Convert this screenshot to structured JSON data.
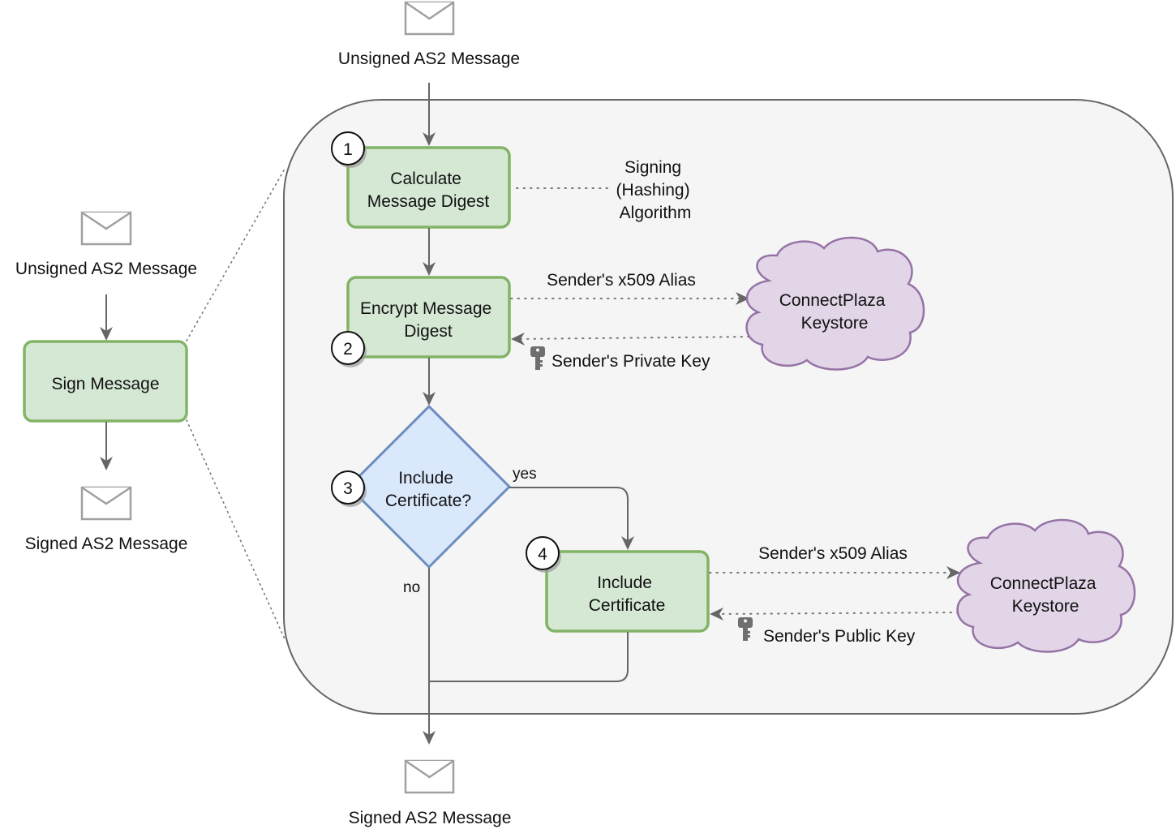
{
  "overview": {
    "input_message": "Unsigned AS2 Message",
    "process": "Sign Message",
    "output_message": "Signed AS2 Message"
  },
  "detail": {
    "input_message": "Unsigned AS2 Message",
    "output_message": "Signed AS2 Message",
    "steps": [
      {
        "number": "1",
        "label_lines": [
          "Calculate",
          "Message Digest"
        ],
        "kind": "process"
      },
      {
        "number": "2",
        "label_lines": [
          "Encrypt Message",
          "Digest"
        ],
        "kind": "process"
      },
      {
        "number": "3",
        "label_lines": [
          "Include",
          "Certificate?"
        ],
        "kind": "decision"
      },
      {
        "number": "4",
        "label_lines": [
          "Include",
          "Certificate"
        ],
        "kind": "process"
      }
    ],
    "algorithm_note": [
      "Signing",
      "(Hashing)",
      "Algorithm"
    ],
    "branches": {
      "yes": "yes",
      "no": "no"
    },
    "keystores": [
      {
        "label_lines": [
          "ConnectPlaza",
          "Keystore"
        ],
        "request_label": "Sender's x509 Alias",
        "response_label": "Sender's Private Key",
        "response_icon": "key-icon"
      },
      {
        "label_lines": [
          "ConnectPlaza",
          "Keystore"
        ],
        "request_label": "Sender's x509 Alias",
        "response_label": "Sender's Public Key",
        "response_icon": "key-icon"
      }
    ]
  },
  "colors": {
    "process_fill": "#d5e8d4",
    "process_stroke": "#82b366",
    "decision_fill": "#dae8fc",
    "decision_stroke": "#6c8ebf",
    "cloud_fill": "#e1d5e7",
    "cloud_stroke": "#9673a6",
    "container_fill": "#f5f5f5",
    "connector": "#666666"
  }
}
